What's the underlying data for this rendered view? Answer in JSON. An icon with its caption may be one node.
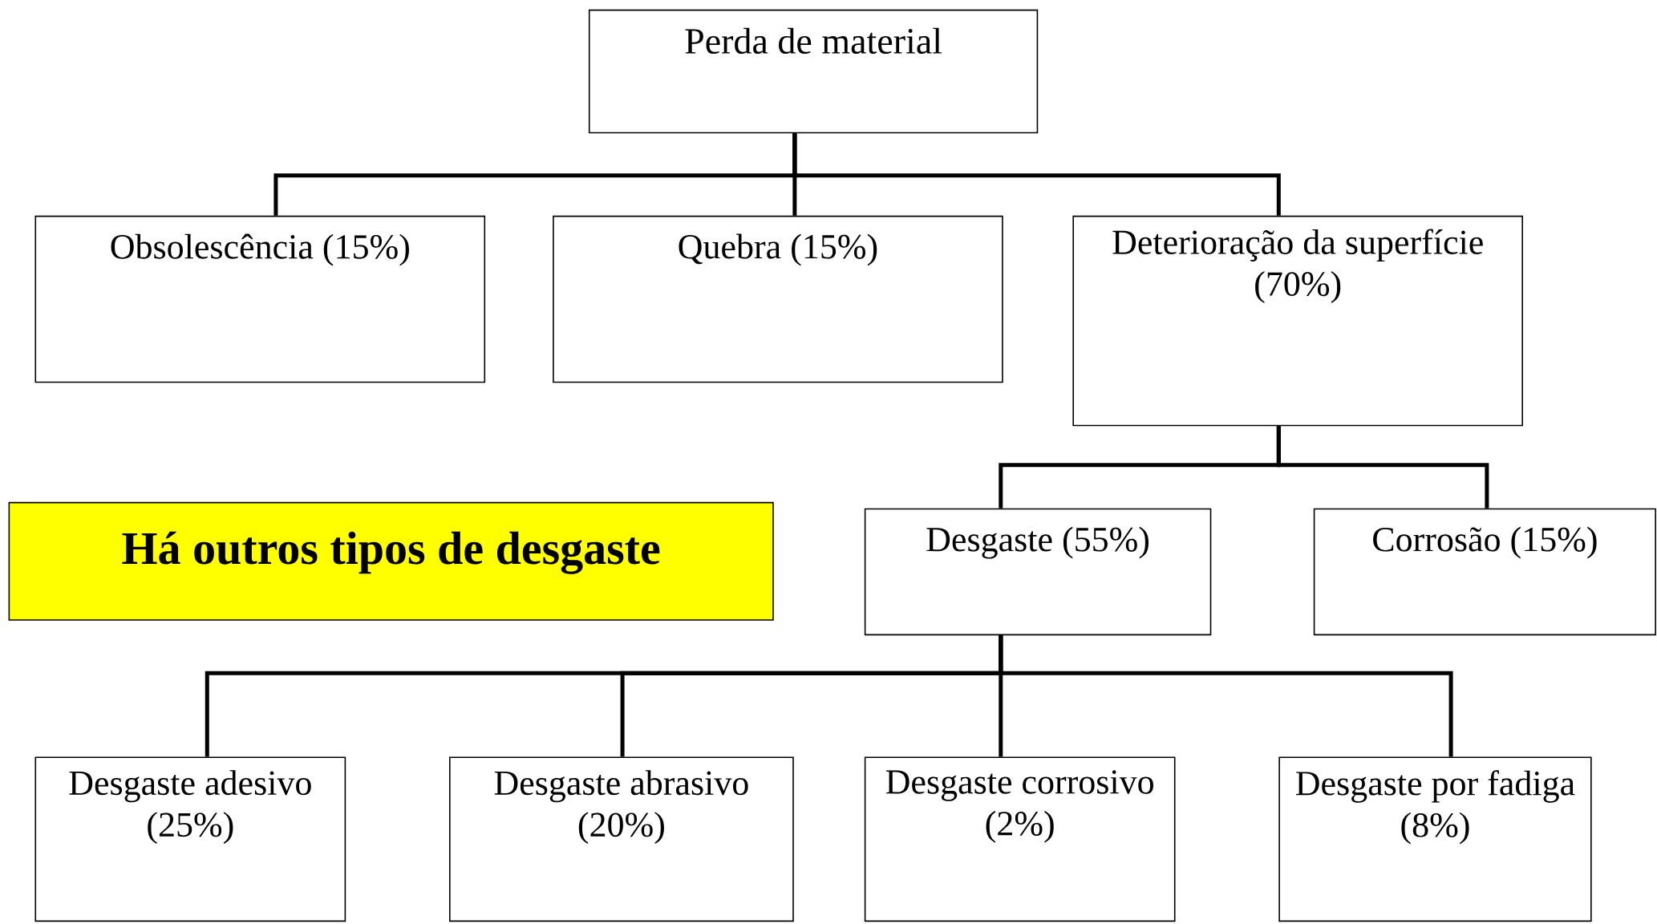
{
  "diagram": {
    "nodes": [
      {
        "text": [
          "Perda de material"
        ]
      },
      {
        "text": [
          "Obsolescência (15%)"
        ]
      },
      {
        "text": [
          "Quebra (15%)"
        ]
      },
      {
        "text": [
          "Deterioração da superfície (70%)"
        ]
      },
      {
        "text": [
          "Há outros tipos de desgaste"
        ]
      },
      {
        "text": [
          "Desgaste (55%)"
        ]
      },
      {
        "text": [
          "Corrosão (15%)"
        ]
      },
      {
        "text": [
          "Desgaste adesivo (25%)"
        ]
      },
      {
        "text": [
          "Desgaste abrasivo (20%)"
        ]
      },
      {
        "text": [
          "Desgaste corrosivo (2%)"
        ]
      },
      {
        "text": [
          "Desgaste por fadiga (8%)"
        ]
      }
    ],
    "edges": [
      {
        "from": 0,
        "to": 1,
        "arrow": "none"
      },
      {
        "from": 0,
        "to": 2,
        "arrow": "none"
      },
      {
        "from": 0,
        "to": 3,
        "arrow": "none"
      },
      {
        "from": 3,
        "to": 5,
        "arrow": "none"
      },
      {
        "from": 3,
        "to": 6,
        "arrow": "none"
      },
      {
        "from": 5,
        "to": 7,
        "arrow": "none"
      },
      {
        "from": 5,
        "to": 8,
        "arrow": "none"
      },
      {
        "from": 5,
        "to": 9,
        "arrow": "none"
      },
      {
        "from": 5,
        "to": 10,
        "arrow": "none"
      }
    ]
  }
}
